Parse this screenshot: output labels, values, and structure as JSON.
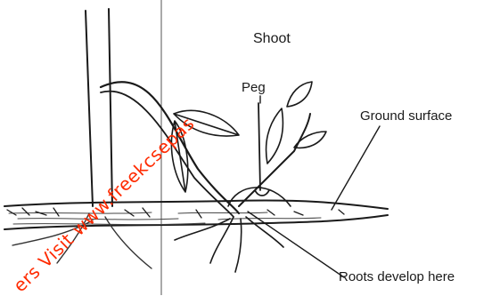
{
  "figure": {
    "labels": {
      "shoot": "Shoot",
      "peg": "Peg",
      "ground_surface": "Ground surface",
      "roots": "Roots develop here"
    },
    "watermark": "ers Visit www.freekcsepas"
  }
}
